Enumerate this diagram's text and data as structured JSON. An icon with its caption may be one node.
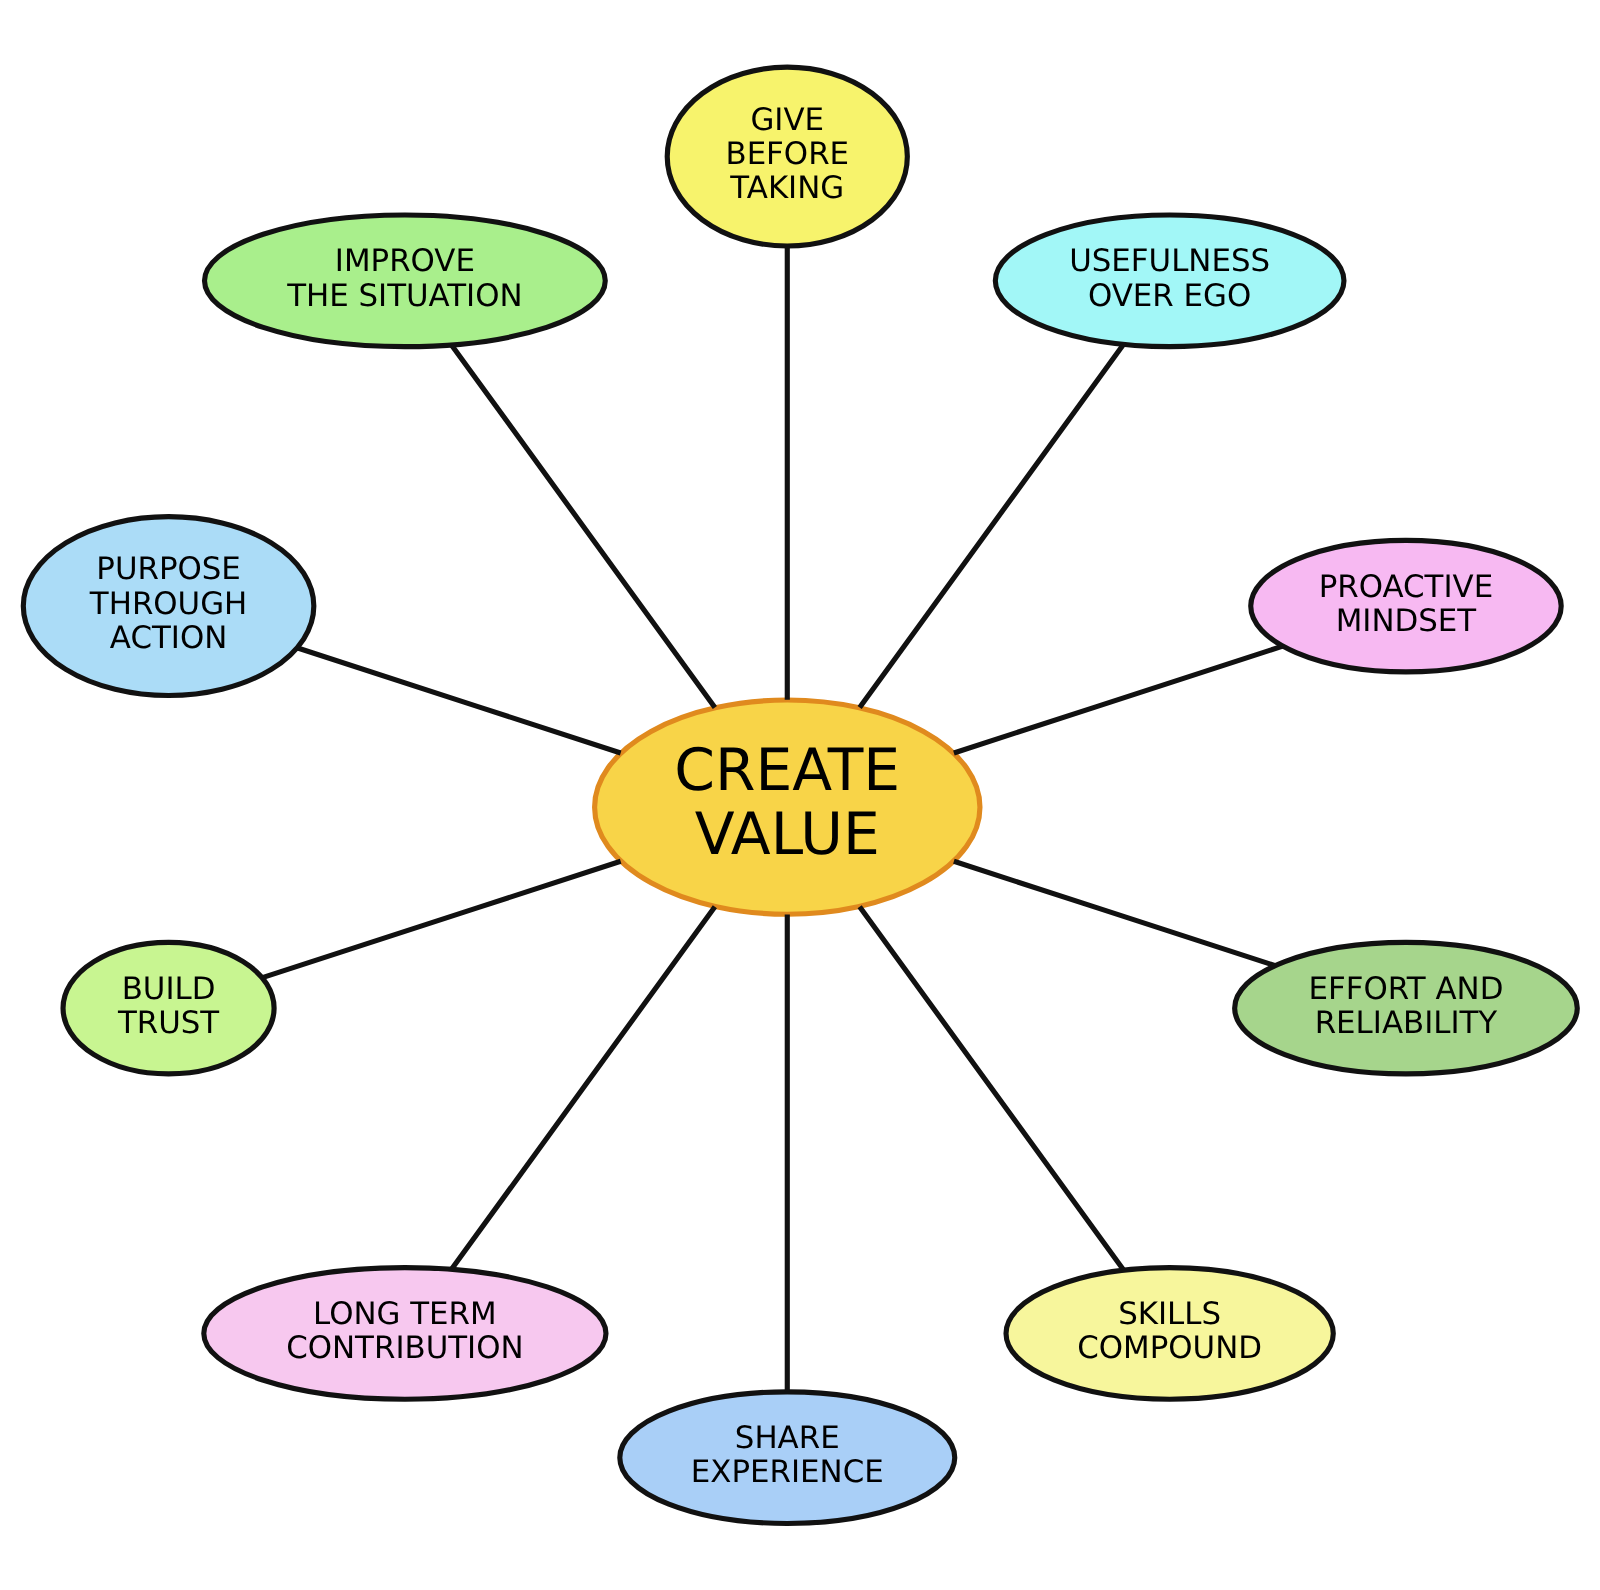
{
  "diagram": {
    "nodes": [
      {
        "text": [
          "IMPROVE THE SITUATION"
        ]
      },
      {
        "text": [
          "GIVE BEFORE TAKING"
        ]
      },
      {
        "text": [
          "USEFULNESS OVER EGO"
        ]
      },
      {
        "text": [
          "PURPOSE THROUGH ACTION"
        ]
      },
      {
        "text": [
          "PROACTIVE MINDSET"
        ]
      },
      {
        "text": [
          "CREATE VALUE"
        ]
      },
      {
        "text": [
          "BUILD TRUST"
        ]
      },
      {
        "text": [
          "EFFORT AND RELIABILITY"
        ]
      },
      {
        "text": [
          "SHARE EXPERIENCE"
        ]
      },
      {
        "text": [
          "LONG TERM CONTRIBUTION"
        ]
      },
      {
        "text": [
          "SKILLS COMPOUND"
        ]
      }
    ],
    "edges": [
      {
        "from": 5,
        "to": 1,
        "arrow": "none"
      },
      {
        "from": 5,
        "to": 2,
        "arrow": "none"
      },
      {
        "from": 5,
        "to": 4,
        "arrow": "none"
      },
      {
        "from": 5,
        "to": 7,
        "arrow": "none"
      },
      {
        "from": 5,
        "to": 10,
        "arrow": "none"
      },
      {
        "from": 5,
        "to": 8,
        "arrow": "none"
      },
      {
        "from": 5,
        "to": 9,
        "arrow": "none"
      },
      {
        "from": 5,
        "to": 6,
        "arrow": "none"
      },
      {
        "from": 5,
        "to": 3,
        "arrow": "none"
      },
      {
        "from": 5,
        "to": 0,
        "arrow": "none"
      }
    ]
  }
}
